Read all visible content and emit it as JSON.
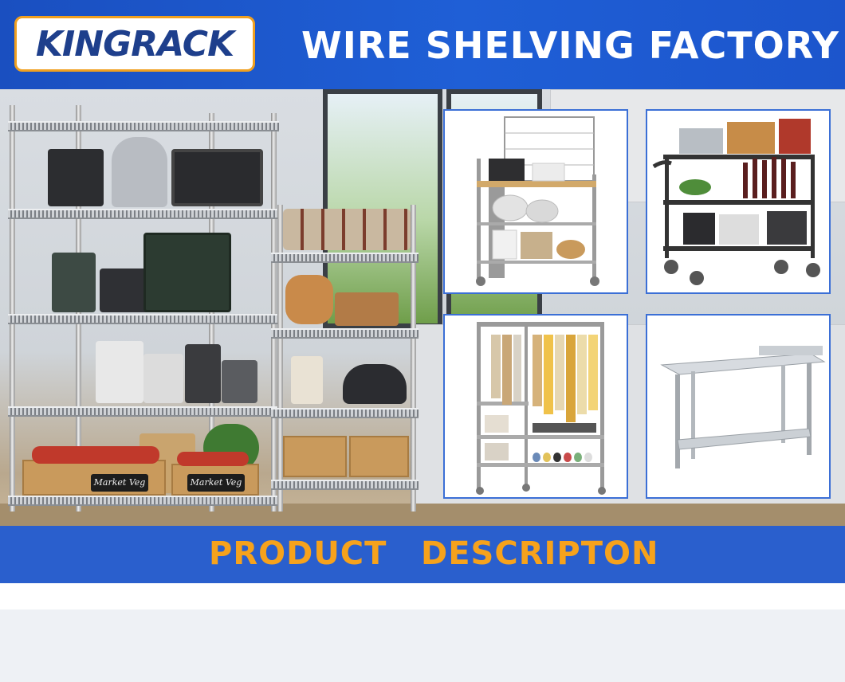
{
  "brand": {
    "logo_text": "KINGRACK",
    "logo_accent_color": "#f0a020",
    "logo_text_color": "#1e3f8c"
  },
  "header": {
    "headline": "WIRE SHELVING FACTORY",
    "background_color": "#1f5fd6"
  },
  "hero": {
    "crate_signs": [
      "Market Veg",
      "Market Veg"
    ]
  },
  "product_cards": [
    {
      "name": "bakers-rack-icon"
    },
    {
      "name": "utility-cart-icon"
    },
    {
      "name": "garment-rack-icon"
    },
    {
      "name": "steel-work-table-icon"
    }
  ],
  "footer": {
    "word1": "PRODUCT",
    "word2": "DESCRIPTON",
    "text_color": "#f6a21c",
    "band_color": "#2a5fcd"
  }
}
